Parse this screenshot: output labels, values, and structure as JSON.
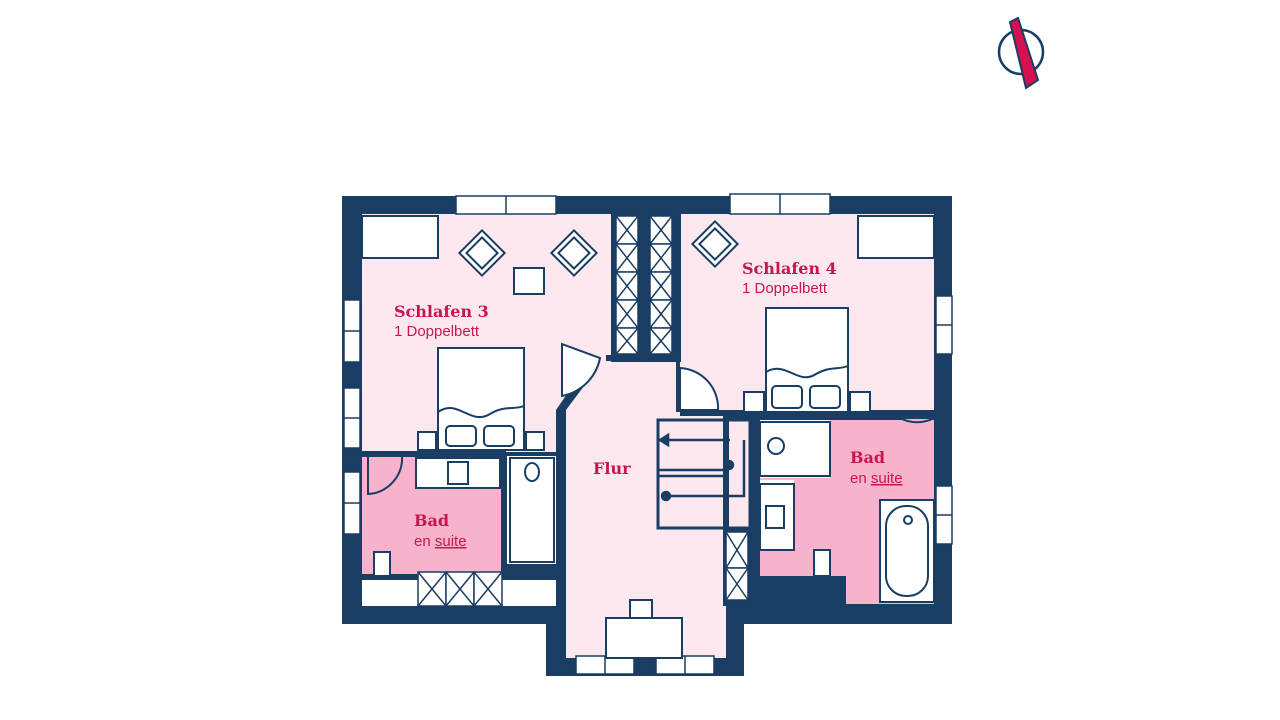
{
  "colors": {
    "wall": "#1a3d63",
    "room_light": "#fde8ef",
    "room_bath": "#f8b3cc",
    "label": "#c8154f",
    "compass_needle": "#d6114f",
    "fixture_line": "#1a3d63"
  },
  "compass": {
    "icon": "north-arrow-icon"
  },
  "rooms": {
    "bedroom3": {
      "name": "Schlafen 3",
      "detail": "1 Doppelbett"
    },
    "bedroom4": {
      "name": "Schlafen 4",
      "detail": "1 Doppelbett"
    },
    "hall": {
      "name": "Flur"
    },
    "bath_left": {
      "name": "Bad",
      "detail_prefix": "en ",
      "detail_suffix": "suite"
    },
    "bath_right": {
      "name": "Bad",
      "detail_prefix": "en ",
      "detail_suffix": "suite"
    }
  }
}
